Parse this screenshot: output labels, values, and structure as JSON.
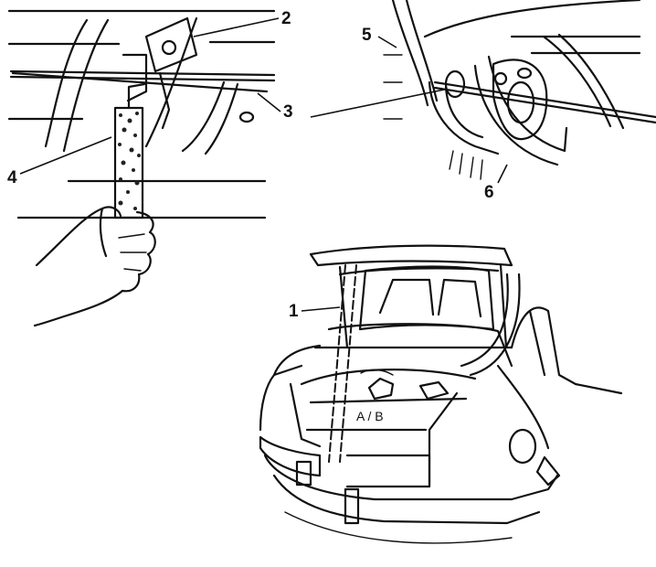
{
  "callouts": [
    {
      "id": "1",
      "text": "1"
    },
    {
      "id": "2",
      "text": "2"
    },
    {
      "id": "3",
      "text": "3"
    },
    {
      "id": "4",
      "text": "4"
    },
    {
      "id": "5",
      "text": "5"
    },
    {
      "id": "6",
      "text": "6"
    }
  ],
  "trunk_marking": {
    "text": "A / B"
  },
  "panels": [
    "top-left-handle-detail",
    "top-right-hinge-detail",
    "bottom-car-trunk-view"
  ]
}
